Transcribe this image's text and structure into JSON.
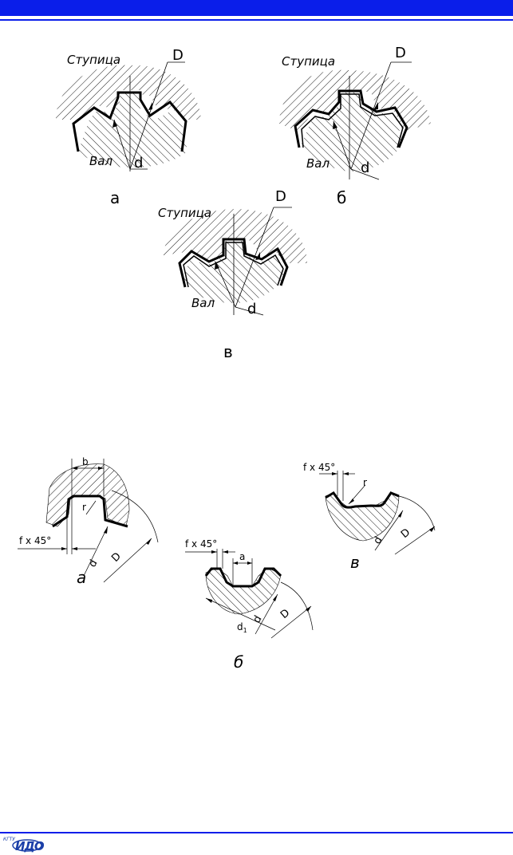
{
  "colors": {
    "accent": "#0a1eea",
    "logo": "#1b3fa8"
  },
  "top_figure": {
    "a": {
      "hub": "Ступица",
      "shaft": "Вал",
      "D": "D",
      "d": "d",
      "caption": "а"
    },
    "b": {
      "hub": "Ступица",
      "shaft": "Вал",
      "D": "D",
      "d": "d",
      "caption": "б"
    },
    "v": {
      "hub": "Ступица",
      "shaft": "Вал",
      "D": "D",
      "d": "d",
      "caption": "в"
    }
  },
  "bottom_figure": {
    "a": {
      "b": "b",
      "r": "r",
      "chamfer": "f x 45°",
      "d": "d",
      "D": "D",
      "caption": "а"
    },
    "b": {
      "chamfer": "f x 45°",
      "a": "a",
      "d1": "d",
      "d1_sub": "1",
      "d": "d",
      "D": "D",
      "caption": "б"
    },
    "v": {
      "chamfer": "f x 45°",
      "r": "r",
      "d": "d",
      "D": "D",
      "caption": "в"
    }
  },
  "logo": {
    "small": "КГТУ",
    "main": "ИДО"
  }
}
